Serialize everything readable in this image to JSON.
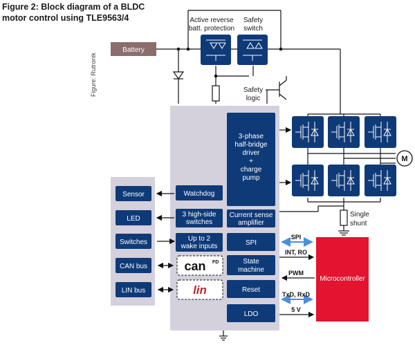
{
  "figure": {
    "title_line1": "Figure 2: Block diagram of a BLDC",
    "title_line2": "motor control using TLE9563/4",
    "credit": "Figure: Rutronik"
  },
  "top": {
    "battery": "Battery",
    "active_reverse_line1": "Active reverse",
    "active_reverse_line2": "batt. protection",
    "safety_switch_line1": "Safety",
    "safety_switch_line2": "switch",
    "safety_logic_line1": "Safety",
    "safety_logic_line2": "logic"
  },
  "left_blocks": [
    "Sensor",
    "LED",
    "Switches",
    "CAN bus",
    "LIN bus"
  ],
  "chip": {
    "watchdog": "Watchdog",
    "hs_line1": "3 high-side",
    "hs_line2": "switches",
    "wake_line1": "Up to 2",
    "wake_line2": "wake inputs",
    "can_logo": "can",
    "can_logo_sup": "FD",
    "lin_logo": "lin",
    "driver_lines": [
      "3-phase",
      "half-bridge",
      "driver",
      "+",
      "charge",
      "pump"
    ],
    "csa_line1": "Current sense",
    "csa_line2": "amplifier",
    "spi": "SPI",
    "sm_line1": "State",
    "sm_line2": "machine",
    "reset": "Reset",
    "ldo": "LDO"
  },
  "right": {
    "motor": "M",
    "shunt_line1": "Single",
    "shunt_line2": "shunt",
    "microcontroller": "Microcontroller",
    "signals": [
      "SPI",
      "INT, RO",
      "PWM",
      "TxD, RxD",
      "5 V"
    ]
  },
  "colors": {
    "navy": "#0f3a78",
    "chip_gray": "#d4d1dc",
    "mcu_red": "#e4132f",
    "brown": "#8a6d6c",
    "link_blue": "#4a90d9"
  }
}
